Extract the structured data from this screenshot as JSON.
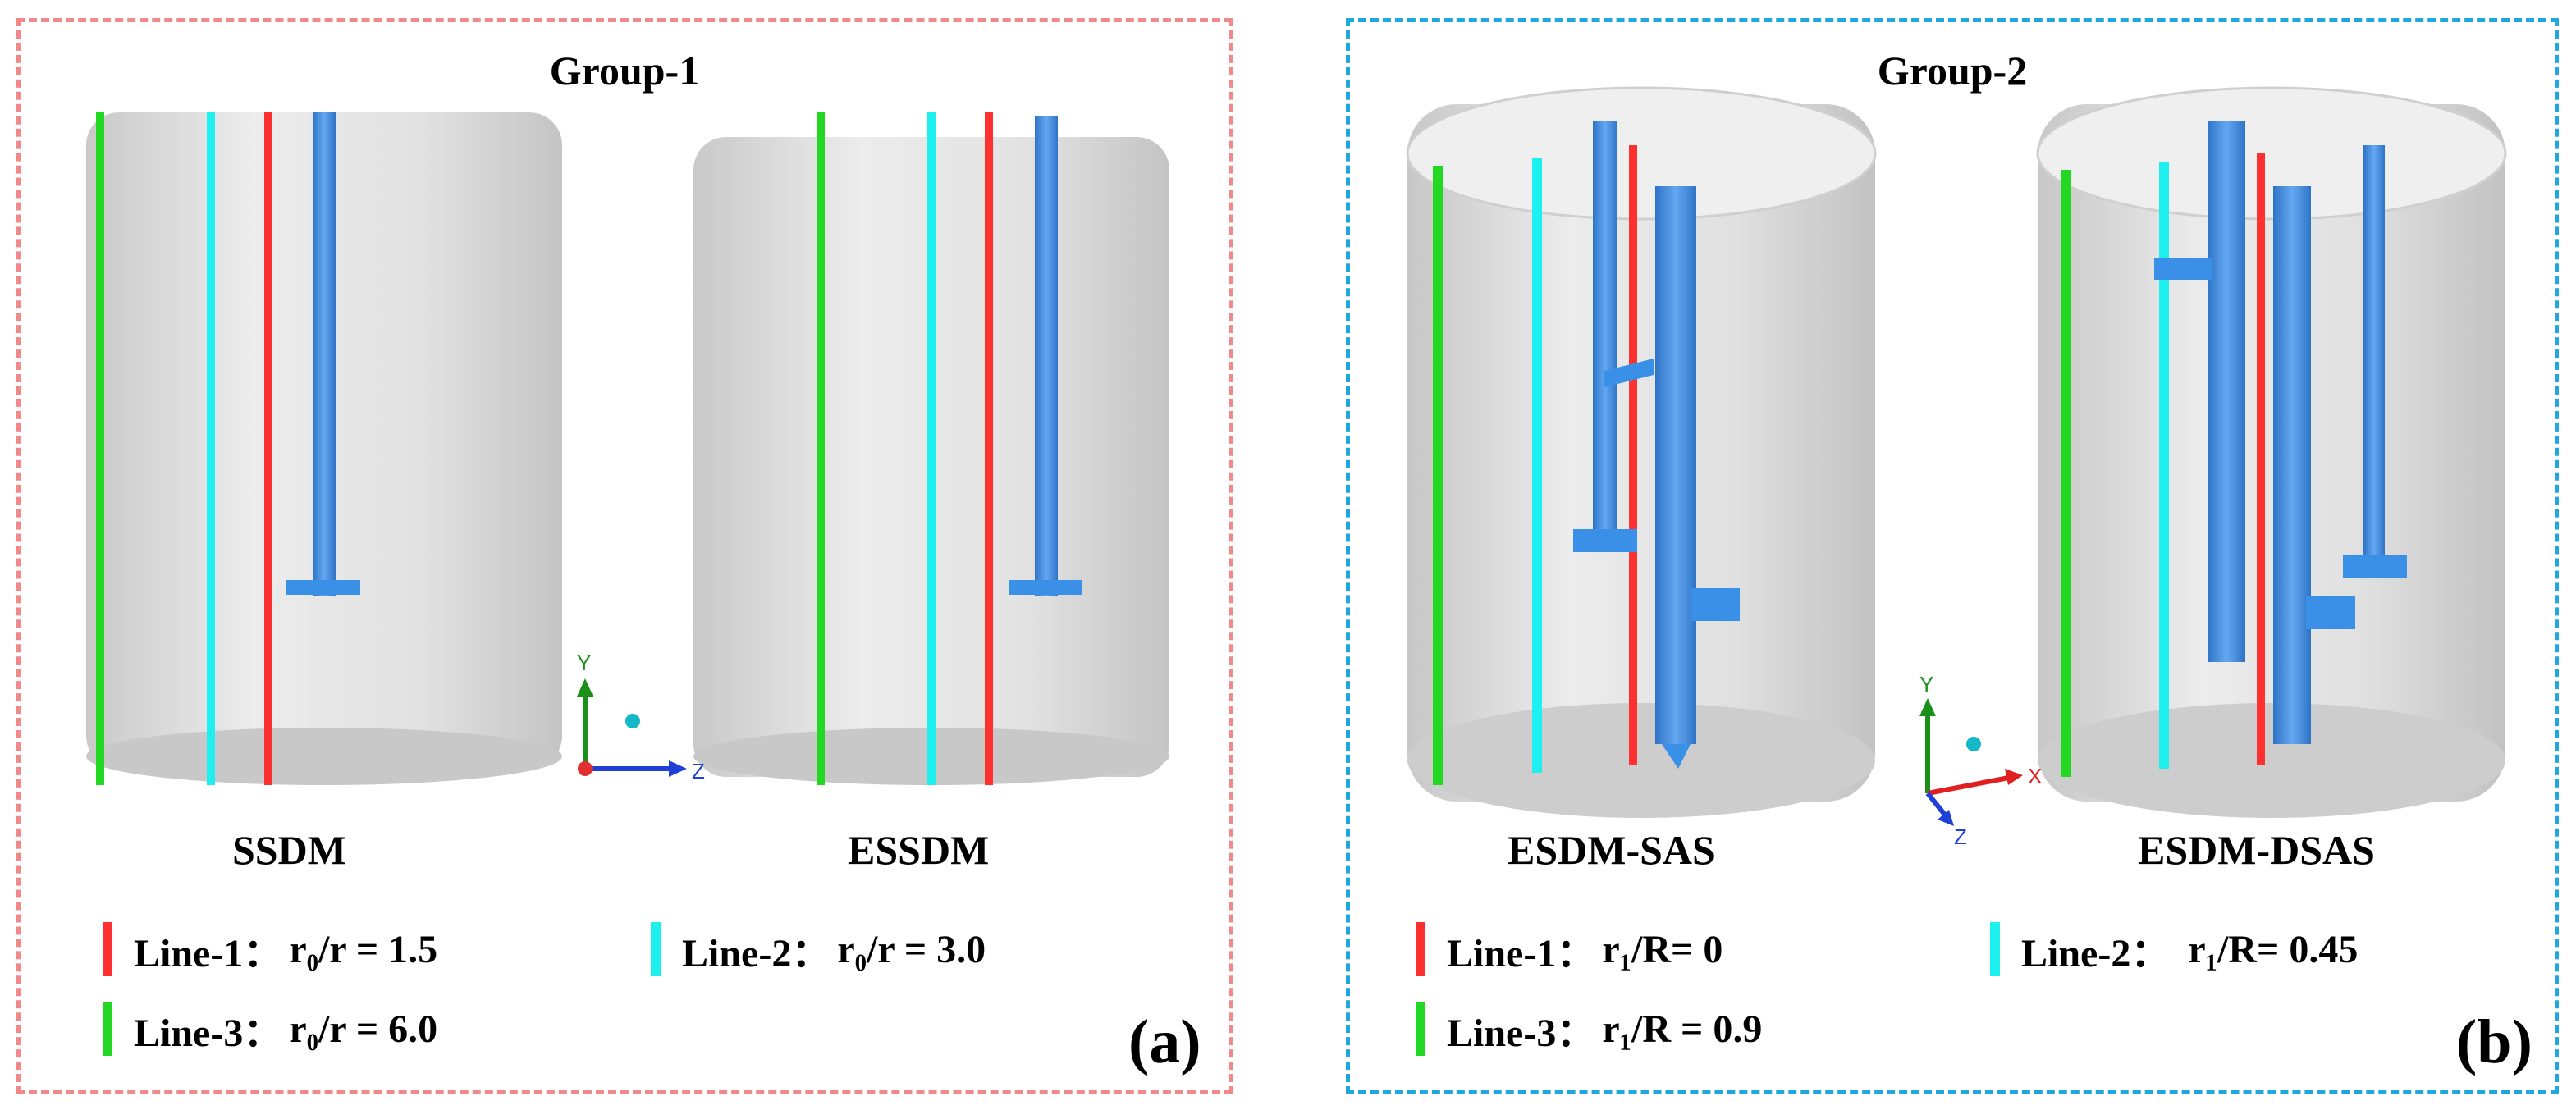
{
  "panel_a": {
    "title": "Group-1",
    "devices": [
      "SSDM",
      "ESSDM"
    ],
    "legend": [
      {
        "line": "Line-1：",
        "expr": "r₀/r = 1.5",
        "color": "#ff3030"
      },
      {
        "line": "Line-2：",
        "expr": "r₀/r = 3.0",
        "color": "#1ef0f0"
      },
      {
        "line": "Line-3：",
        "expr": "r₀/r = 6.0",
        "color": "#22d822"
      }
    ],
    "tag": "(a)",
    "axes": {
      "y": "Y",
      "z": "Z"
    }
  },
  "panel_b": {
    "title": "Group-2",
    "devices": [
      "ESDM-SAS",
      "ESDM-DSAS"
    ],
    "legend": [
      {
        "line": "Line-1：",
        "expr": "r₁/R= 0",
        "color": "#ff3030"
      },
      {
        "line": "Line-2：",
        "expr": "r₁/R= 0.45",
        "color": "#1ef0f0"
      },
      {
        "line": "Line-3：",
        "expr": "r₁/R = 0.9",
        "color": "#22d822"
      }
    ],
    "tag": "(b)",
    "axes": {
      "y": "Y",
      "x": "X",
      "z": "Z"
    }
  },
  "colors": {
    "line1": "#ff3030",
    "line2": "#1ef0f0",
    "line3": "#22d822",
    "pipe": "#3a8fe6",
    "vessel": "#d9d9d9"
  }
}
